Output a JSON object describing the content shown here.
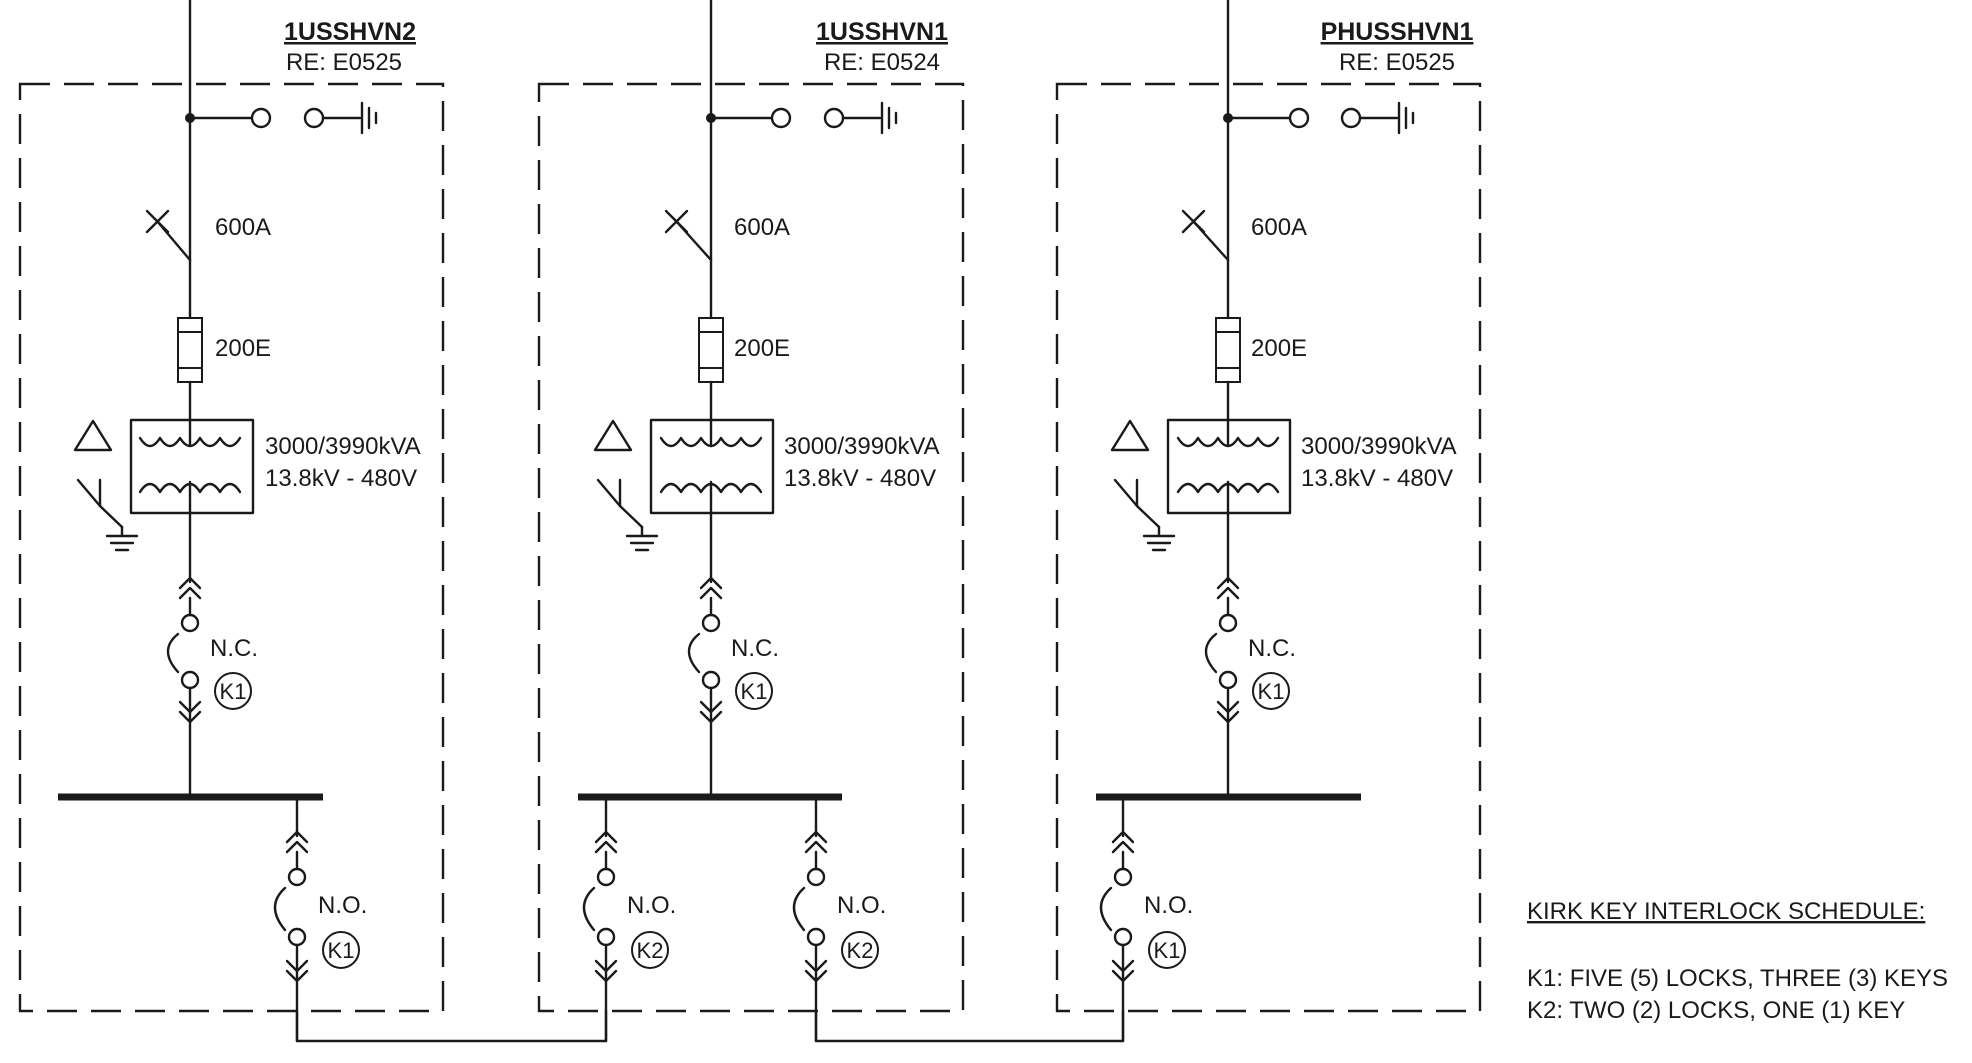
{
  "substations": [
    {
      "title": "1USSHVN2",
      "ref": "RE: E0525",
      "breaker": "600A",
      "fuse": "200E",
      "transformer_rating": "3000/3990kVA",
      "transformer_voltage": "13.8kV - 480V",
      "incoming": {
        "state": "N.C.",
        "key": "K1"
      },
      "outgoing": [
        {
          "state": "N.O.",
          "key": "K1"
        }
      ]
    },
    {
      "title": "1USSHVN1",
      "ref": "RE: E0524",
      "breaker": "600A",
      "fuse": "200E",
      "transformer_rating": "3000/3990kVA",
      "transformer_voltage": "13.8kV - 480V",
      "incoming": {
        "state": "N.C.",
        "key": "K1"
      },
      "outgoing": [
        {
          "state": "N.O.",
          "key": "K2"
        },
        {
          "state": "N.O.",
          "key": "K2"
        }
      ]
    },
    {
      "title": "PHUSSHVN1",
      "ref": "RE: E0525",
      "breaker": "600A",
      "fuse": "200E",
      "transformer_rating": "3000/3990kVA",
      "transformer_voltage": "13.8kV - 480V",
      "incoming": {
        "state": "N.C.",
        "key": "K1"
      },
      "outgoing": [
        {
          "state": "N.O.",
          "key": "K1"
        }
      ]
    }
  ],
  "schedule": {
    "title": "KIRK KEY INTERLOCK SCHEDULE:",
    "lines": [
      "K1: FIVE (5) LOCKS, THREE (3) KEYS",
      "K2: TWO (2) LOCKS, ONE (1) KEY"
    ]
  }
}
